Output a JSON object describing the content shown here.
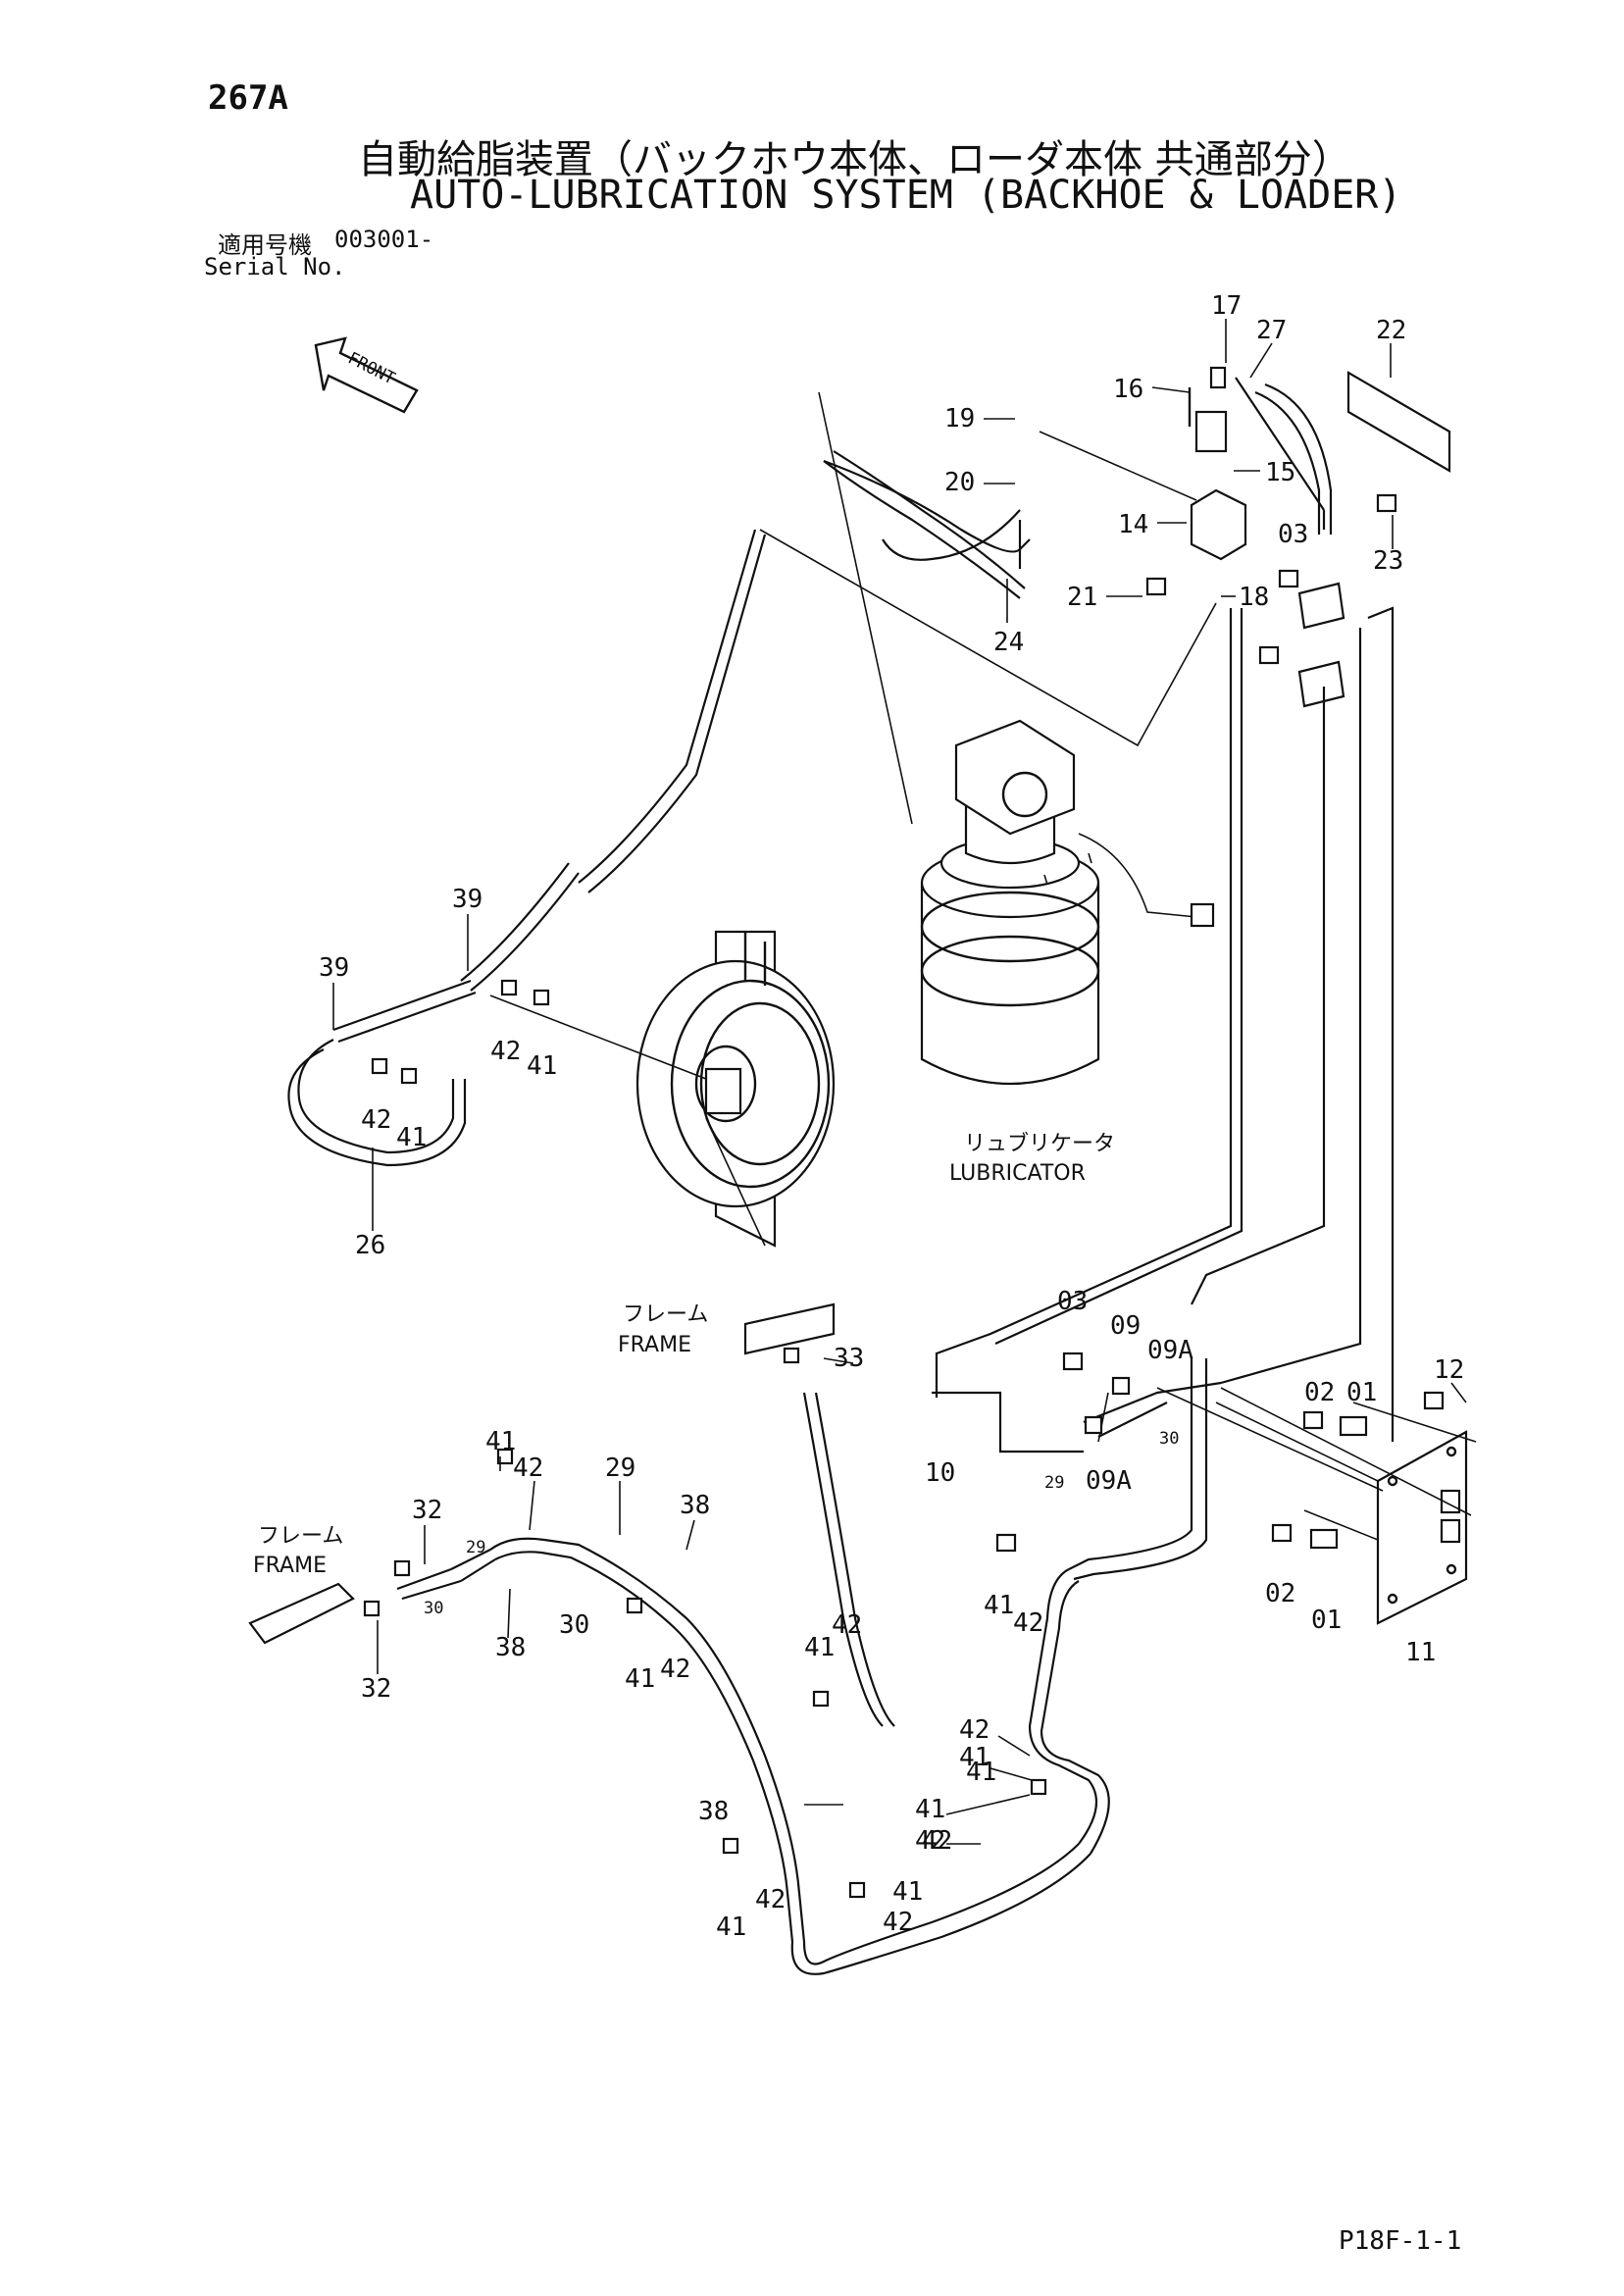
{
  "header": {
    "page_no": "267A",
    "title_jp": "自動給脂装置（バックホウ本体、ローダ本体 共通部分）",
    "title_en": "AUTO-LUBRICATION SYSTEM (BACKHOE & LOADER)",
    "serial_label_jp": "適用号機",
    "serial_value": "003001-",
    "serial_label_en": "Serial No."
  },
  "front_arrow": "FRONT",
  "captions": {
    "lubricator_jp": "リュブリケータ",
    "lubricator_en": "LUBRICATOR",
    "frame_jp": "フレーム",
    "frame_en": "FRAME"
  },
  "callouts": [
    "17",
    "27",
    "22",
    "16",
    "19",
    "15",
    "20",
    "14",
    "23",
    "03",
    "21",
    "18",
    "24",
    "39",
    "39",
    "42",
    "41",
    "42",
    "41",
    "26",
    "03",
    "09",
    "09A",
    "12",
    "02",
    "01",
    "10",
    "09A",
    "29",
    "30",
    "02",
    "01",
    "11",
    "41",
    "42",
    "29",
    "38",
    "32",
    "29",
    "30",
    "30",
    "38",
    "32",
    "41",
    "42",
    "41",
    "42",
    "33",
    "42",
    "41",
    "38",
    "41",
    "42",
    "41",
    "42",
    "41",
    "42",
    "41",
    "42",
    "41",
    "42"
  ],
  "sheet_code": "P18F-1-1"
}
